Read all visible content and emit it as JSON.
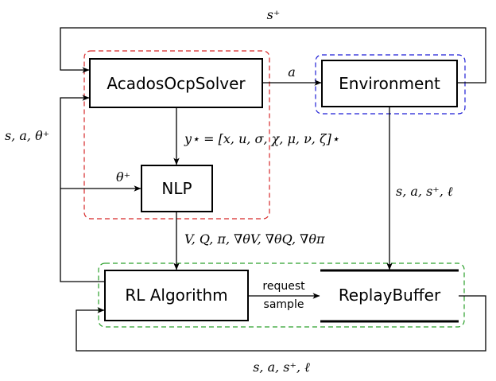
{
  "blocks": {
    "solver": "AcadosOcpSolver",
    "environment": "Environment",
    "nlp": "NLP",
    "rl": "RL Algorithm",
    "buffer": "ReplayBuffer"
  },
  "edges": {
    "top_feedback": "s⁺",
    "action": "a",
    "left_feedback": "s, a, θ⁺",
    "solution": "y⋆ = [x, u, σ, χ, μ, ν, ζ]⋆",
    "theta_in": "θ⁺",
    "env_to_buffer": "s, a, s⁺, ℓ",
    "sensitivities": "V, Q, π, ∇θV, ∇θQ, ∇θπ",
    "request": "request",
    "sample": "sample",
    "bottom_feedback": "s, a, s⁺, ℓ"
  },
  "colors": {
    "solver_group": "#d62728",
    "env_group": "#1f1fd6",
    "rl_group": "#2ca02c"
  }
}
